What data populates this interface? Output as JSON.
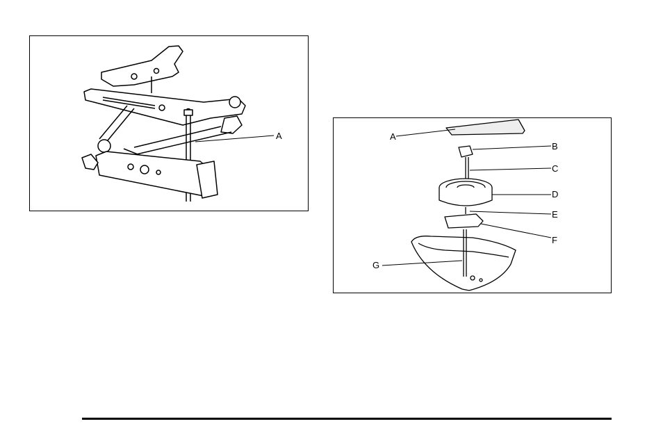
{
  "figures": [
    {
      "id": "scissor-jack",
      "callouts": [
        "A"
      ]
    },
    {
      "id": "spare-tire-storage",
      "callouts": [
        "A",
        "B",
        "C",
        "D",
        "E",
        "F",
        "G"
      ]
    }
  ]
}
